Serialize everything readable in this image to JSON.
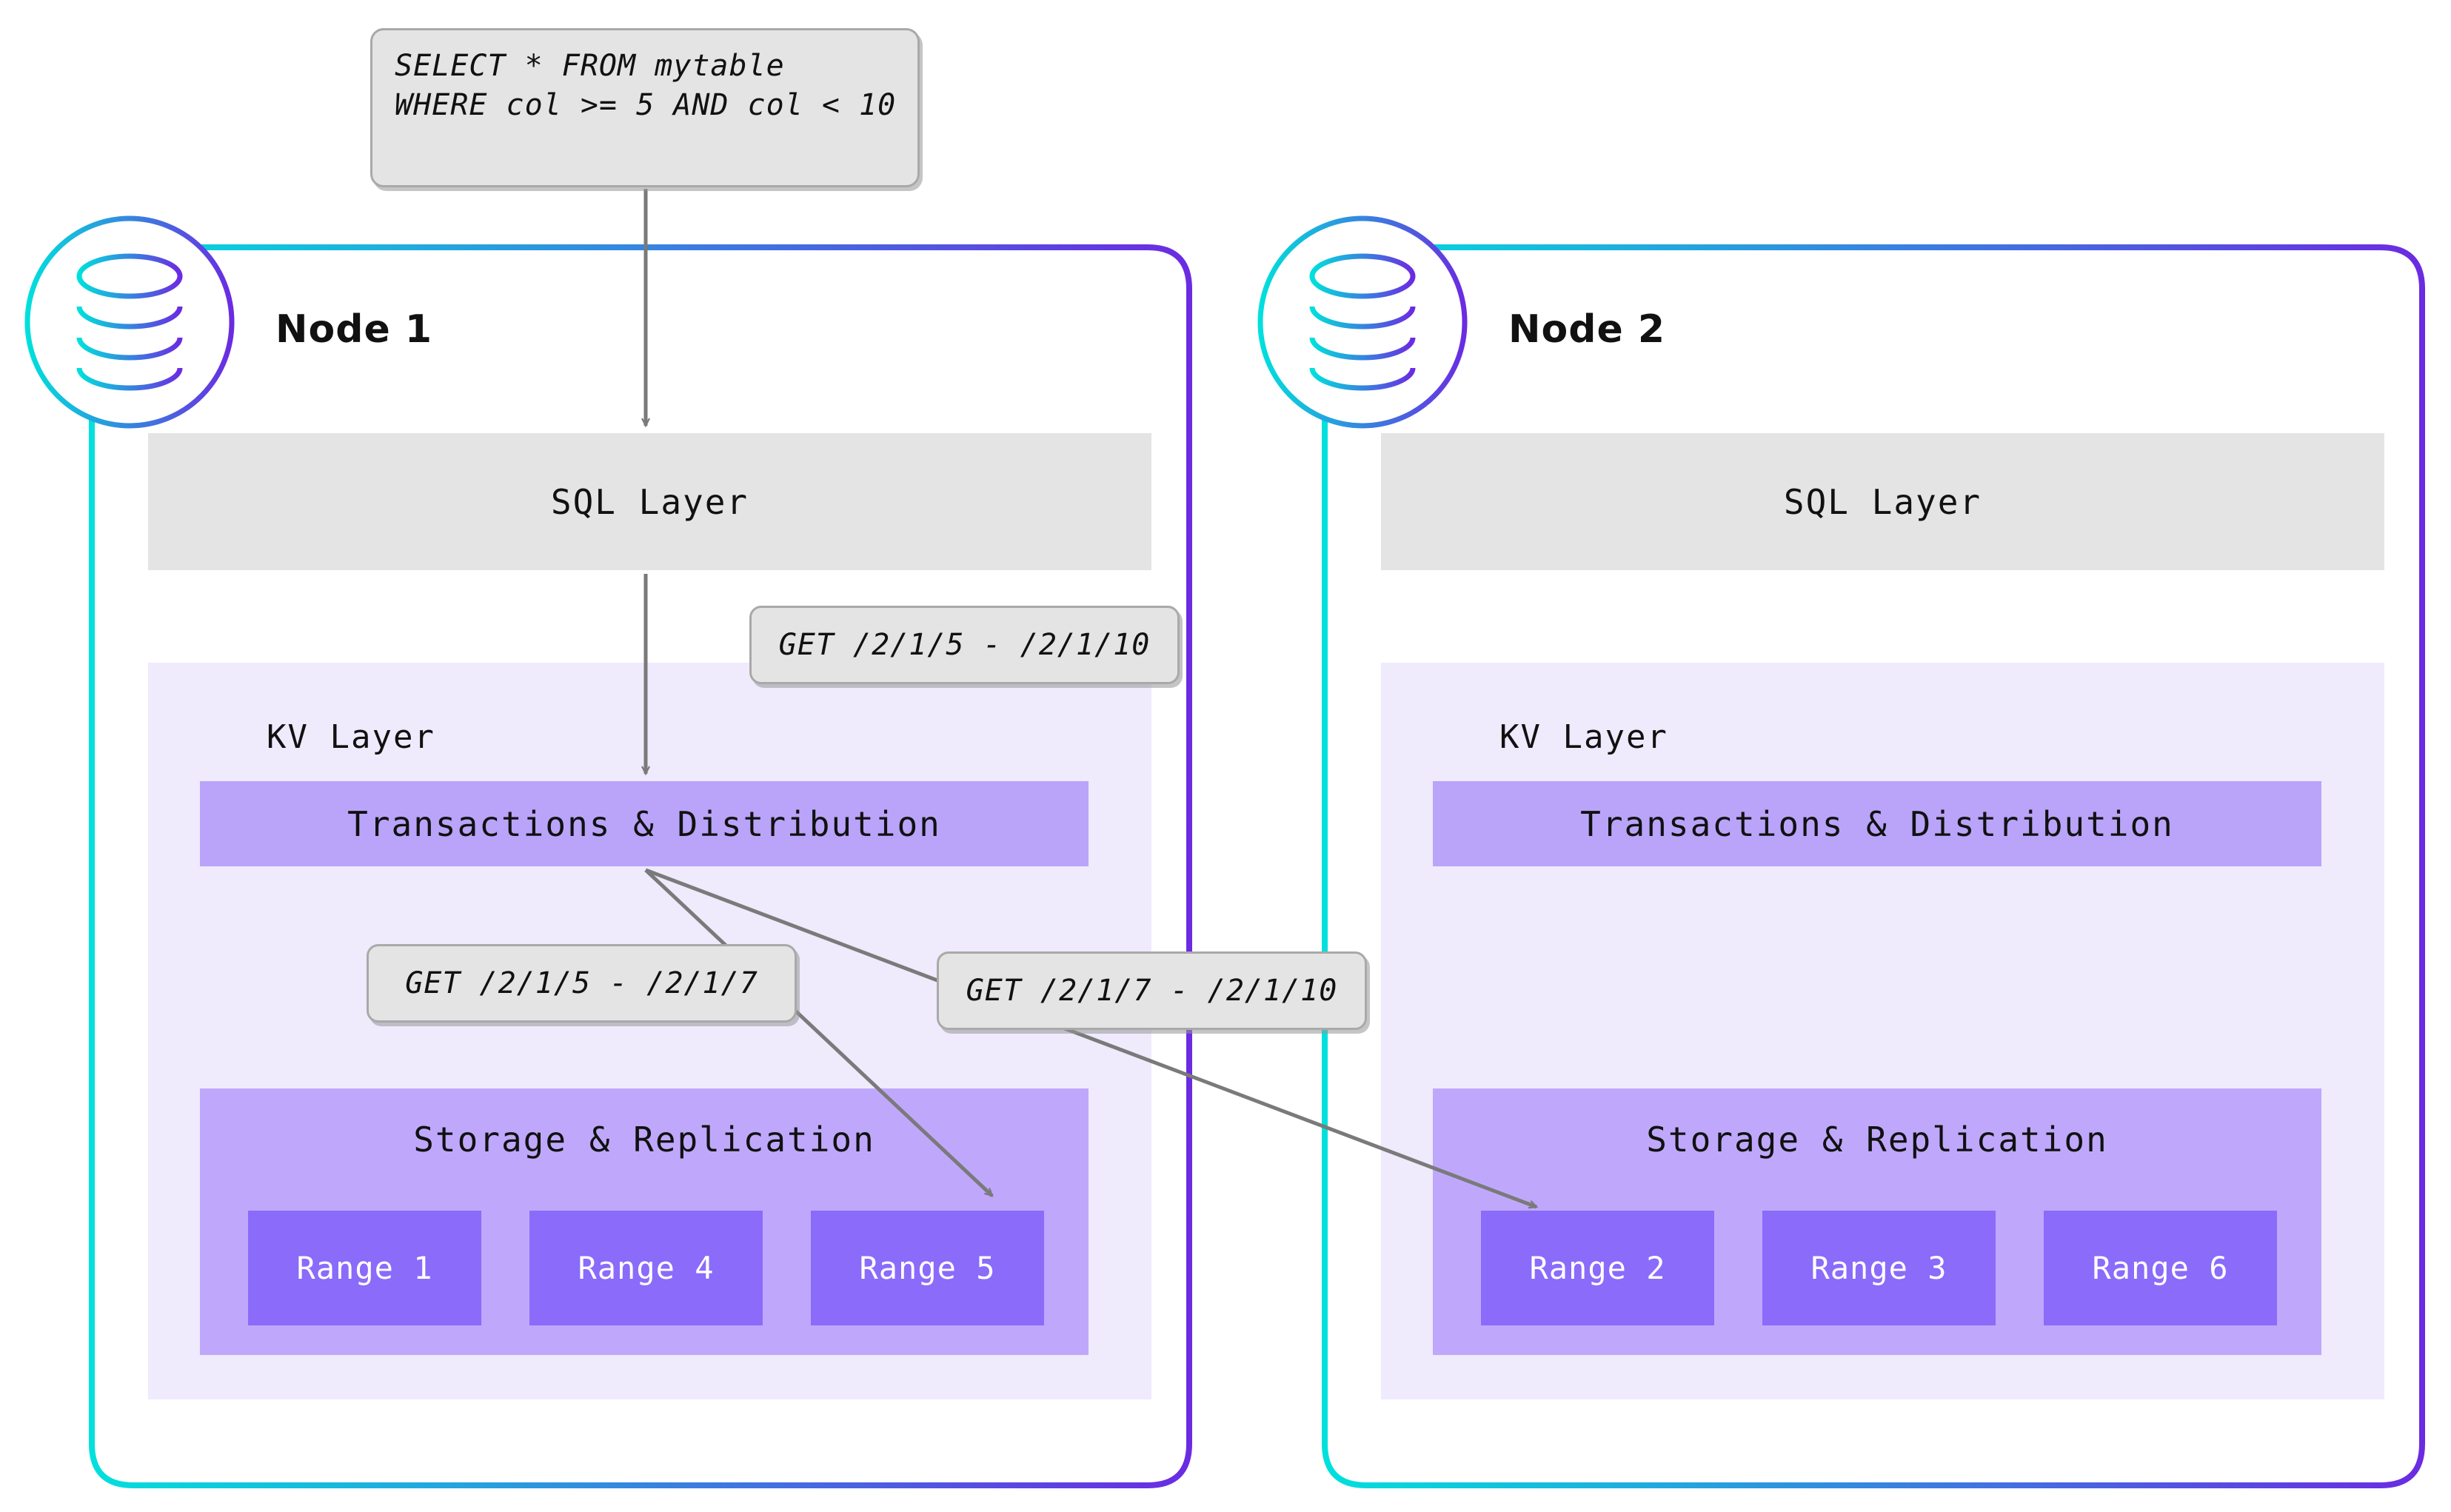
{
  "diagram": {
    "title": "CockroachDB distributed query execution across two nodes",
    "background": "#ffffff"
  },
  "colors": {
    "gradient_start": "#00E0DC",
    "gradient_end": "#6B2BE2",
    "sql_layer_bg": "#E4E4E4",
    "kv_layer_bg": "#EFEAFC",
    "txn_bar_bg": "#B9A4FA",
    "storage_bar_bg": "#BFA8FC",
    "range_box_bg": "#8A6BFA",
    "range_text": "#FFFFFF",
    "callout_bg": "#E4E4E4",
    "callout_border": "#A9A9A9",
    "arrow": "#7A7A7A",
    "text": "#111111"
  },
  "query_box": {
    "line1": "SELECT * FROM mytable",
    "line2": "WHERE col >= 5 AND col < 10"
  },
  "callouts": [
    {
      "id": "kv-request",
      "text": "GET /2/1/5 - /2/1/10"
    },
    {
      "id": "range-local",
      "text": "GET /2/1/5 - /2/1/7"
    },
    {
      "id": "range-remote",
      "text": "GET /2/1/7 - /2/1/10"
    }
  ],
  "nodes": [
    {
      "id": "node-1",
      "title": "Node 1",
      "icon": "database-icon",
      "sql_layer": {
        "label": "SQL Layer"
      },
      "kv_layer": {
        "label": "KV Layer",
        "txn_bar": {
          "label": "Transactions & Distribution"
        },
        "storage_bar": {
          "label": "Storage & Replication",
          "ranges": [
            {
              "label": "Range 1"
            },
            {
              "label": "Range 4"
            },
            {
              "label": "Range 5"
            }
          ]
        }
      }
    },
    {
      "id": "node-2",
      "title": "Node 2",
      "icon": "database-icon",
      "sql_layer": {
        "label": "SQL Layer"
      },
      "kv_layer": {
        "label": "KV Layer",
        "txn_bar": {
          "label": "Transactions & Distribution"
        },
        "storage_bar": {
          "label": "Storage & Replication",
          "ranges": [
            {
              "label": "Range 2"
            },
            {
              "label": "Range 3"
            },
            {
              "label": "Range 6"
            }
          ]
        }
      }
    }
  ]
}
